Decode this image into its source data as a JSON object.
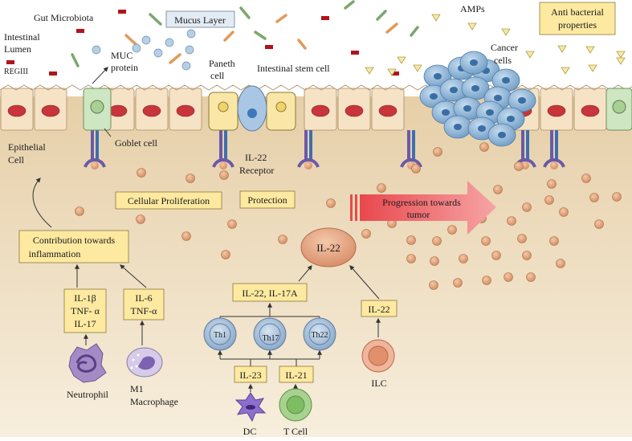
{
  "lumen": {
    "gut_microbiota": "Gut Microbiota",
    "intestinal_lumen_1": "Intestinal",
    "intestinal_lumen_2": "Lumen",
    "regiii": "REGIII",
    "muc_1": "MUC",
    "muc_2": "protein",
    "mucus_layer": "Mucus Layer",
    "amps": "AMPs",
    "anti_bacterial_1": "Anti bacterial",
    "anti_bacterial_2": "properties",
    "paneth_1": "Paneth",
    "paneth_2": "cell",
    "stem_cell": "Intestinal stem cell",
    "cancer_1": "Cancer",
    "cancer_2": "cells"
  },
  "epithelium": {
    "goblet_cell": "Goblet cell",
    "epithelial_1": "Epithelial",
    "epithelial_2": "Cell",
    "il22_receptor_1": "IL-22",
    "il22_receptor_2": "Receptor"
  },
  "effects": {
    "proliferation": "Cellular Proliferation",
    "protection": "Protection",
    "progression_1": "Progression towards",
    "progression_2": "tumor",
    "inflammation_1": "Contribution towards",
    "inflammation_2": "inflammation"
  },
  "cytokines": {
    "il22_center": "IL-22",
    "il22_il17a": "IL-22, IL-17A",
    "il22_ilc": "IL-22",
    "neutrophil_1": "IL-1β",
    "neutrophil_2": "TNF- α",
    "neutrophil_3": "IL-17",
    "macrophage_1": "IL-6",
    "macrophage_2": "TNF-α",
    "il23": "IL-23",
    "il21": "IL-21"
  },
  "immune_cells": {
    "th1": "Th1",
    "th17": "Th17",
    "th22": "Th22",
    "neutrophil": "Neutrophil",
    "m1_1": "M1",
    "m1_2": "Macrophage",
    "dc": "DC",
    "t_cell": "T Cell",
    "ilc": "ILC"
  },
  "colors": {
    "tissue": "#ead7b6",
    "label_box": "#fde9a0",
    "epithelial_cell": "#f6e3c6",
    "nucleus": "#c8353b",
    "cancer_cell": "#8ab4d8",
    "progression_arrow": "#ec5a5e"
  }
}
